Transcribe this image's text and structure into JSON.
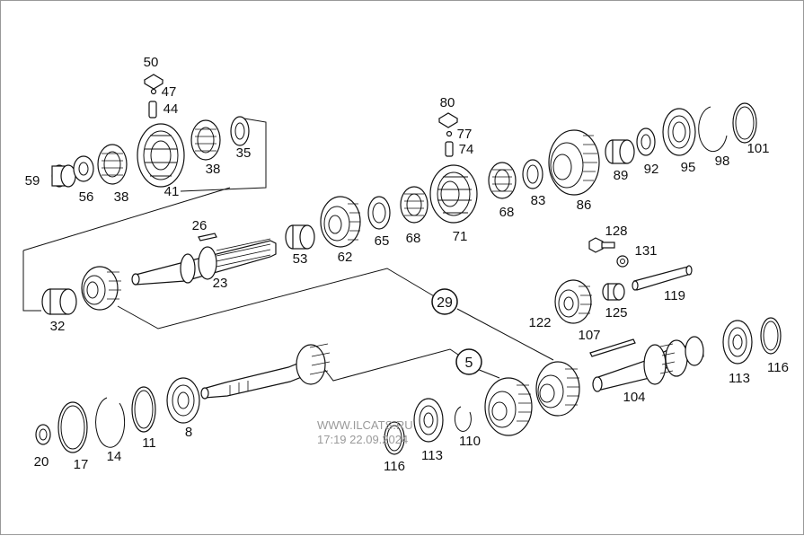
{
  "diagram": {
    "labels": [
      "50",
      "47",
      "44",
      "59",
      "56",
      "38",
      "41",
      "38",
      "35",
      "80",
      "77",
      "74",
      "101",
      "98",
      "95",
      "92",
      "89",
      "86",
      "83",
      "68",
      "71",
      "68",
      "65",
      "62",
      "53",
      "26",
      "23",
      "128",
      "131",
      "119",
      "32",
      "125",
      "122",
      "107",
      "29",
      "5",
      "116",
      "113",
      "104",
      "20",
      "17",
      "14",
      "11",
      "8",
      "110",
      "113",
      "116"
    ],
    "callouts": [
      "29",
      "5"
    ],
    "watermark": {
      "line1": "WWW.ILCATS.RU",
      "line2": "17:19 22.09.2024"
    }
  }
}
